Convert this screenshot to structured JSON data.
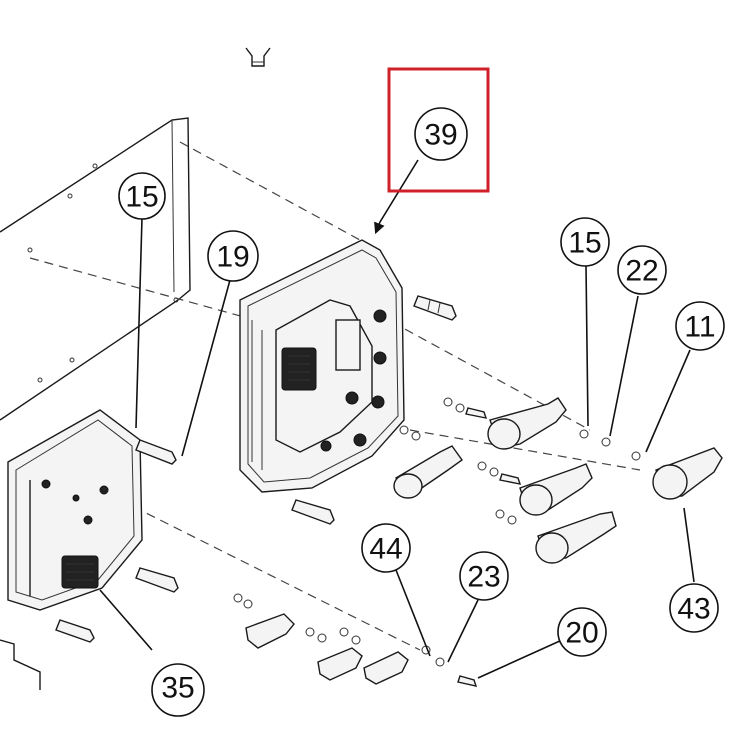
{
  "callouts": [
    {
      "id": "c39",
      "label": "39"
    },
    {
      "id": "c15a",
      "label": "15"
    },
    {
      "id": "c19",
      "label": "19"
    },
    {
      "id": "c15b",
      "label": "15"
    },
    {
      "id": "c22",
      "label": "22"
    },
    {
      "id": "c11",
      "label": "11"
    },
    {
      "id": "c44",
      "label": "44"
    },
    {
      "id": "c23",
      "label": "23"
    },
    {
      "id": "c20",
      "label": "20"
    },
    {
      "id": "c43",
      "label": "43"
    },
    {
      "id": "c35",
      "label": "35"
    }
  ],
  "highlight": {
    "target": "39",
    "color": "#d0202a"
  }
}
